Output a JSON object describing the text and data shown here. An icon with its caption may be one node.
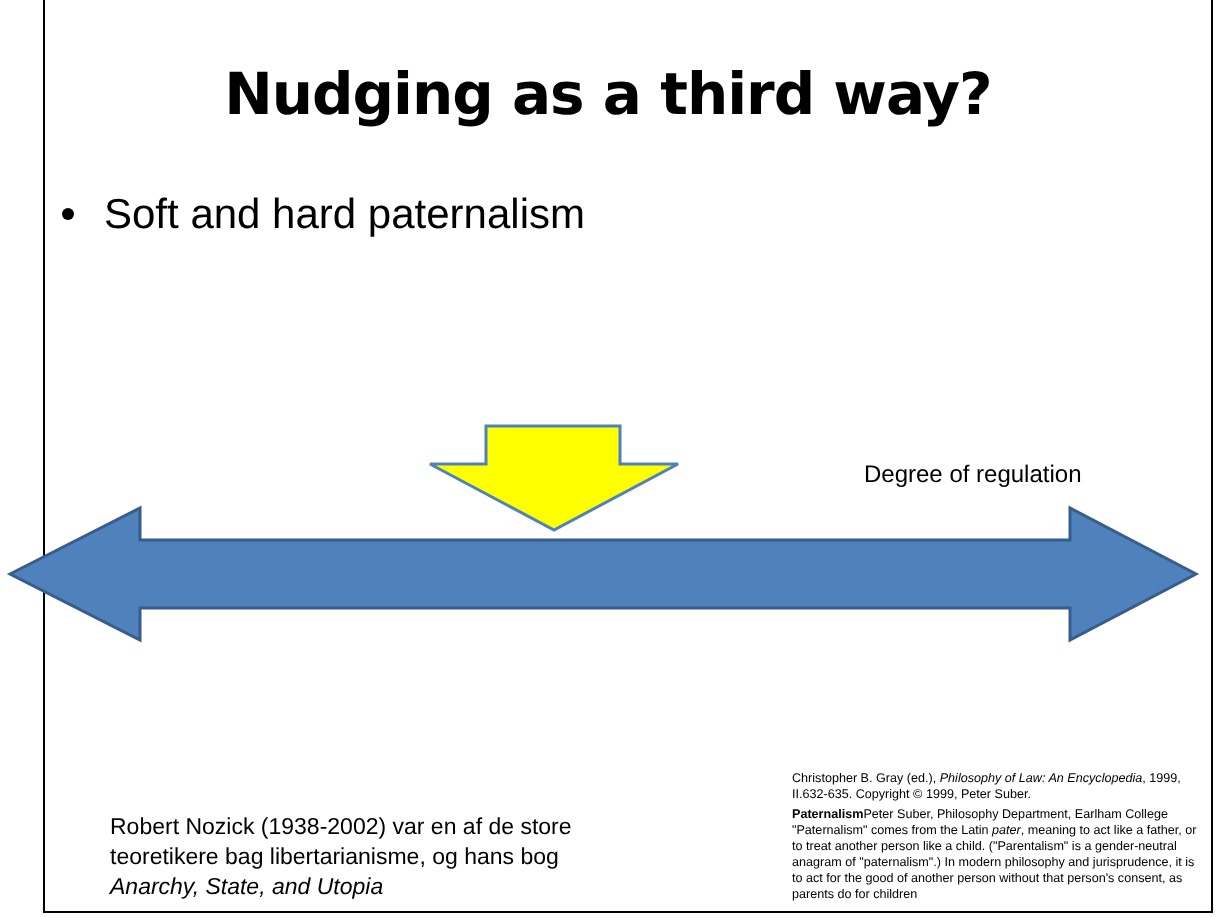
{
  "diagram": {
    "title": "Nudging as a third way?",
    "labels": [
      "Soft and hard paternalism",
      "Degree of regulation",
      "Robert Nozick (1938-2002) var en af de store teoretikere bag libertarianisme, og hans bog *Anarchy, State, and Utopia*",
      "Christopher B. Gray (ed.), *Philosophy of Law: An Encyclopedia*, 1999, II.632-635. Copyright © 1999, Peter Suber.",
      "**Paternalism**Peter Suber, Philosophy Department, Earlham College \"Paternalism\" comes from the Latin *pater*, meaning to act like a father, or to treat another person like a child. (\"Parentalism\" is a gender-neutral anagram of \"paternalism\".) In modern philosophy and jurisprudence, it is to act for the good of another person without that person's consent, as parents do for children"
    ]
  }
}
